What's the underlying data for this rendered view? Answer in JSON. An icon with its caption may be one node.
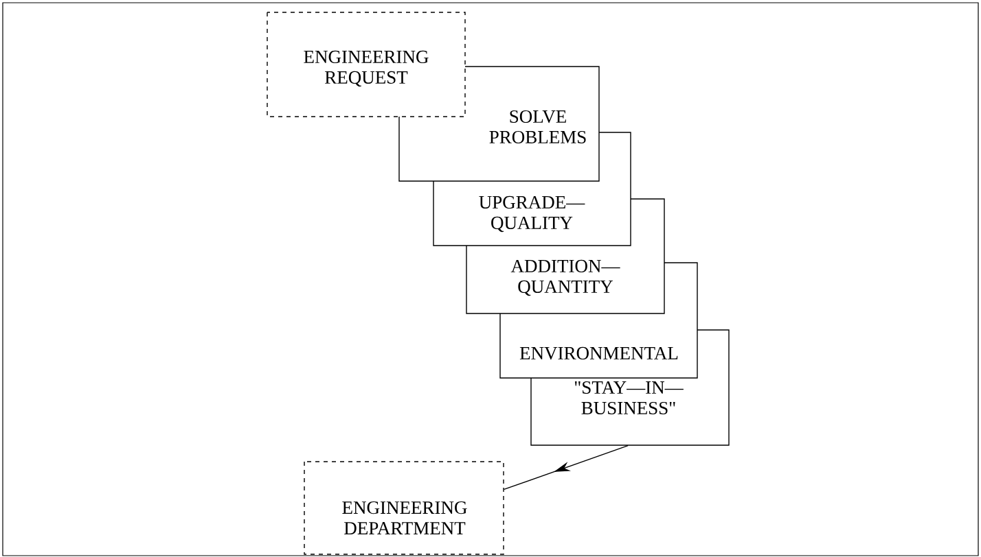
{
  "diagram": {
    "nodes": [
      {
        "text": [
          "ENGINEERING REQUEST"
        ]
      },
      {
        "text": [
          "SOLVE PROBLEMS"
        ]
      },
      {
        "text": [
          "UPGRADE— QUALITY"
        ]
      },
      {
        "text": [
          "ADDITION— QUANTITY"
        ]
      },
      {
        "text": [
          "ENVIRONMENTAL"
        ]
      },
      {
        "text": [
          "\"STAY—IN— BUSINESS\""
        ]
      },
      {
        "text": [
          "ENGINEERING DEPARTMENT"
        ]
      }
    ],
    "edges": [
      {
        "from": 5,
        "to": 6,
        "arrow": "to"
      }
    ]
  }
}
